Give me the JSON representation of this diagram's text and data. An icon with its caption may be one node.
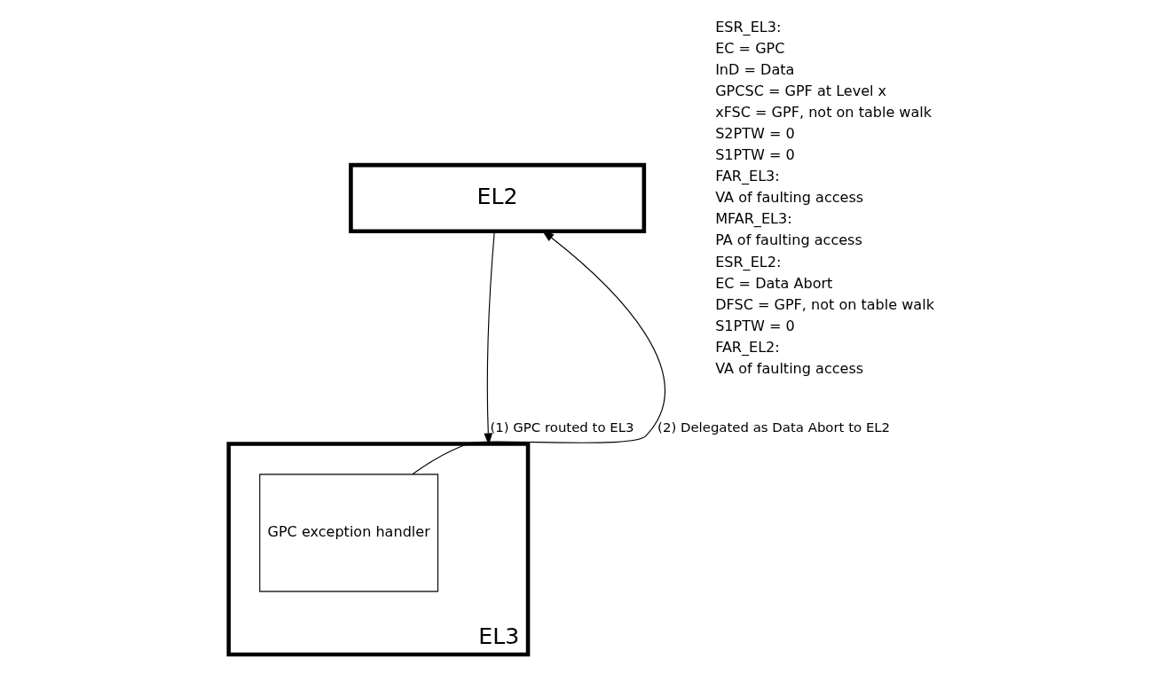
{
  "diagram": {
    "nodes": [
      {
        "text": [
          "EL2"
        ]
      },
      {
        "text": [
          "EL3"
        ]
      },
      {
        "text": [
          "GPC exception handler"
        ],
        "in": 1
      }
    ],
    "edges": [
      {
        "from": 0,
        "to": 1,
        "arrow": "to",
        "label": "(1) GPC routed to EL3"
      },
      {
        "from": 2,
        "to": 0,
        "arrow": "to",
        "label": "(2) Delegated as Data Abort to EL2"
      }
    ],
    "labels": [
      "ESR_EL3:",
      "EC = GPC",
      "InD = Data",
      "GPCSC = GPF at Level x",
      "xFSC = GPF, not on table walk",
      "S2PTW = 0",
      "S1PTW = 0",
      "FAR_EL3:",
      "VA of faulting access",
      "MFAR_EL3:",
      "PA of faulting access",
      "ESR_EL2:",
      "EC = Data Abort",
      "DFSC = GPF, not on table walk",
      "S1PTW = 0",
      "FAR_EL2:",
      "VA of faulting access"
    ]
  }
}
